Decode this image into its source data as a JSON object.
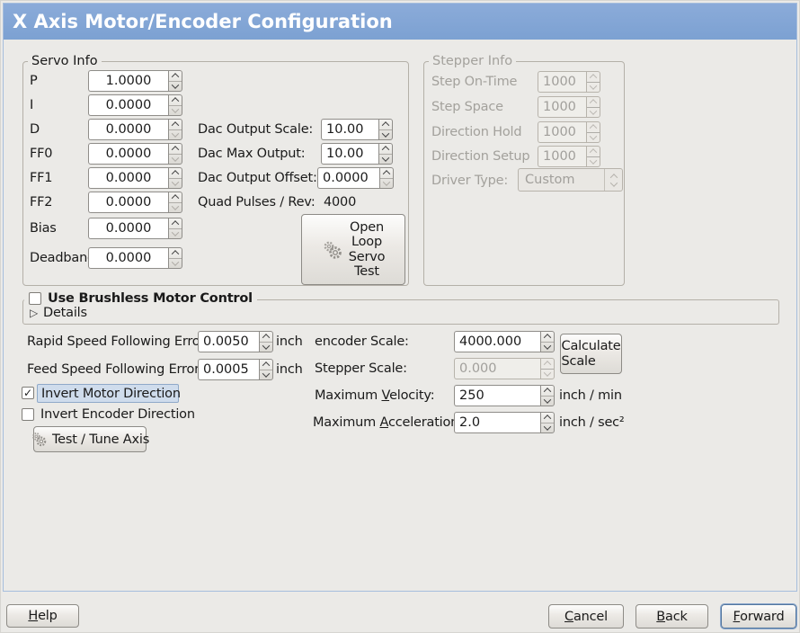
{
  "window": {
    "title": "X Axis Motor/Encoder Configuration"
  },
  "icons": {
    "expander_collapsed": "▷",
    "checkmark": "✓",
    "gear": "gears-icon"
  },
  "colors": {
    "titlebar": "#82a6d6",
    "window_bg": "#ebeae7",
    "content_border": "#a6bedd",
    "highlight_bg": "#cfdcec",
    "highlight_border": "#8fa9c9"
  },
  "servo_info": {
    "legend": "Servo Info",
    "fields": [
      {
        "label": "P",
        "value": "1.0000"
      },
      {
        "label": "I",
        "value": "0.0000"
      },
      {
        "label": "D",
        "value": "0.0000"
      },
      {
        "label": "FF0",
        "value": "0.0000"
      },
      {
        "label": "FF1",
        "value": "0.0000"
      },
      {
        "label": "FF2",
        "value": "0.0000"
      },
      {
        "label": "Bias",
        "value": "0.0000"
      },
      {
        "label": "Deadband",
        "value": "0.0000"
      }
    ],
    "dac_fields": [
      {
        "label": "Dac Output Scale:",
        "value": "10.00"
      },
      {
        "label": "Dac Max Output:",
        "value": "10.00"
      },
      {
        "label": "Dac Output Offset:",
        "value": "0.0000"
      }
    ],
    "quad_label": "Quad Pulses / Rev:",
    "quad_value": "4000",
    "open_loop_lines": [
      "Open",
      "Loop",
      "Servo",
      "Test"
    ]
  },
  "stepper_info": {
    "legend": "Stepper Info",
    "fields": [
      {
        "label": "Step On-Time",
        "value": "1000"
      },
      {
        "label": "Step Space",
        "value": "1000"
      },
      {
        "label": "Direction Hold",
        "value": "1000"
      },
      {
        "label": "Direction Setup",
        "value": "1000"
      }
    ],
    "driver_type": {
      "label": "Driver Type:",
      "value": "Custom"
    }
  },
  "brushless": {
    "checkbox_label": "Use Brushless Motor Control",
    "checked": false,
    "details_label": "Details"
  },
  "following_error": {
    "rapid": {
      "label": "Rapid Speed Following Error:",
      "value": "0.0050",
      "unit": "inch"
    },
    "feed": {
      "label": "Feed Speed Following Error:",
      "value": "0.0005",
      "unit": "inch"
    }
  },
  "scaling": {
    "encoder": {
      "label": "encoder Scale:",
      "value": "4000.000"
    },
    "stepper": {
      "label": "Stepper Scale:",
      "value": "0.000"
    },
    "velocity": {
      "label_pre": "Maximum ",
      "label_mnemonic": "V",
      "label_post": "elocity:",
      "value": "250",
      "unit": "inch / min"
    },
    "acceleration": {
      "label_pre": "Maximum ",
      "label_mnemonic": "A",
      "label_post": "cceleration:",
      "value": "2.0",
      "unit": "inch / sec²"
    },
    "calculate_button": "Calculate Scale"
  },
  "direction": {
    "invert_motor": {
      "label": "Invert Motor Direction",
      "checked": true
    },
    "invert_encoder": {
      "label": "Invert Encoder Direction",
      "checked": false
    },
    "test_tune_button": "Test / Tune Axis"
  },
  "footer": {
    "help": {
      "mnemonic": "H",
      "rest": "elp"
    },
    "cancel": {
      "mnemonic": "C",
      "rest": "ancel"
    },
    "back": {
      "mnemonic": "B",
      "rest": "ack"
    },
    "forward": {
      "mnemonic": "F",
      "rest": "orward"
    }
  }
}
